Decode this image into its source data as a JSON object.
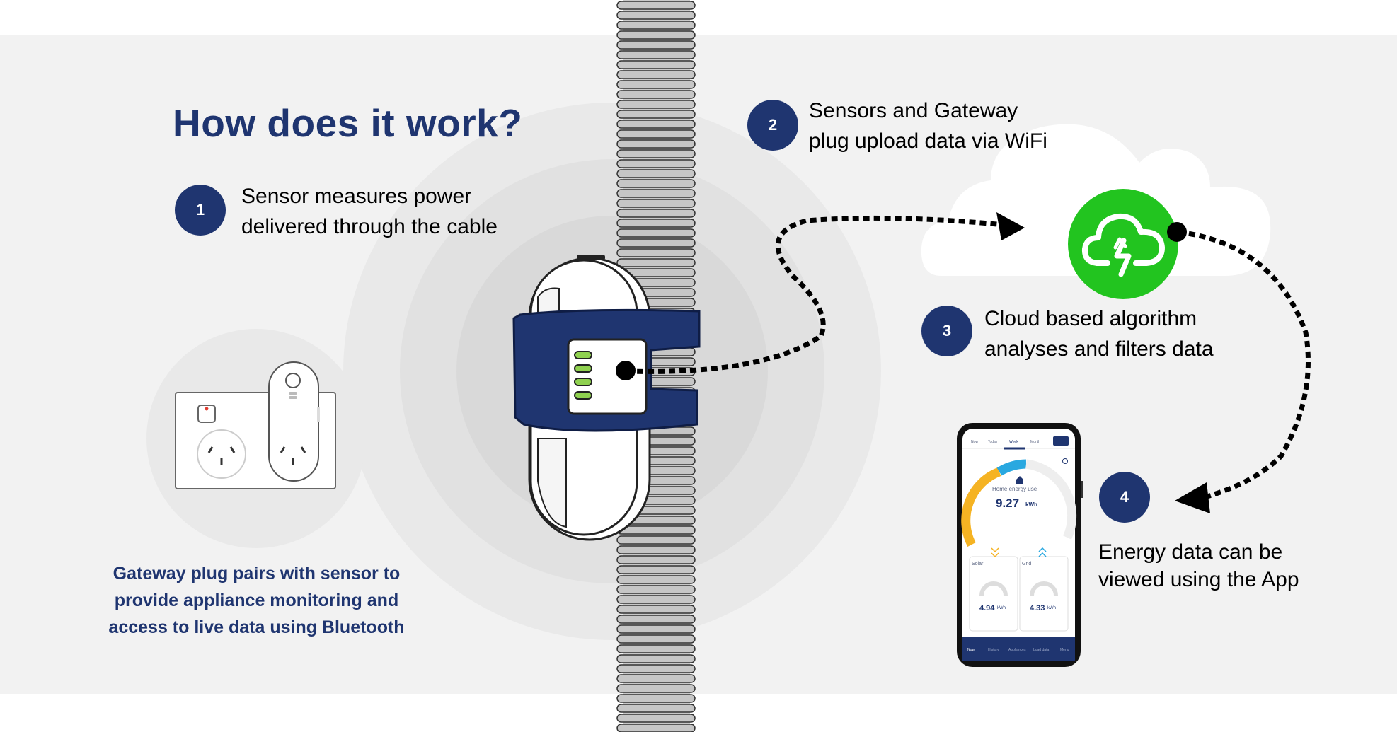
{
  "title": "How does it work?",
  "steps": [
    {
      "number": "1",
      "lines": [
        "Sensor measures power",
        "delivered through the cable"
      ]
    },
    {
      "number": "2",
      "lines": [
        "Sensors and Gateway",
        "plug upload data via WiFi"
      ]
    },
    {
      "number": "3",
      "lines": [
        "Cloud based algorithm",
        "analyses and filters data"
      ]
    },
    {
      "number": "4",
      "lines": [
        "Energy data can be",
        "viewed using the App"
      ]
    }
  ],
  "gateway_caption": [
    "Gateway plug pairs with sensor to",
    "provide appliance monitoring and",
    "access to live data using Bluetooth"
  ],
  "phone": {
    "tabs": [
      "Now",
      "Today",
      "Week",
      "Month"
    ],
    "home_label": "Home energy use",
    "home_value": "9.27",
    "home_unit": "kWh",
    "solar_label": "Solar",
    "solar_value": "4.94",
    "solar_unit": "kWh",
    "grid_label": "Grid",
    "grid_value": "4.33",
    "grid_unit": "kWh",
    "nav": [
      "Now",
      "History",
      "Appliances",
      "Load data",
      "Menu"
    ]
  },
  "icons": [
    "cable",
    "sensor-device",
    "gateway-plug",
    "cloud",
    "cloud-sync-icon",
    "smartphone",
    "dotted-arrow"
  ],
  "colors": {
    "navy": "#1f3570",
    "cloud_green": "#22c41f",
    "led_green": "#8fd14f",
    "solar_yellow": "#f5b323",
    "home_blue": "#29a8e0",
    "band_gray": "#f2f2f2"
  }
}
